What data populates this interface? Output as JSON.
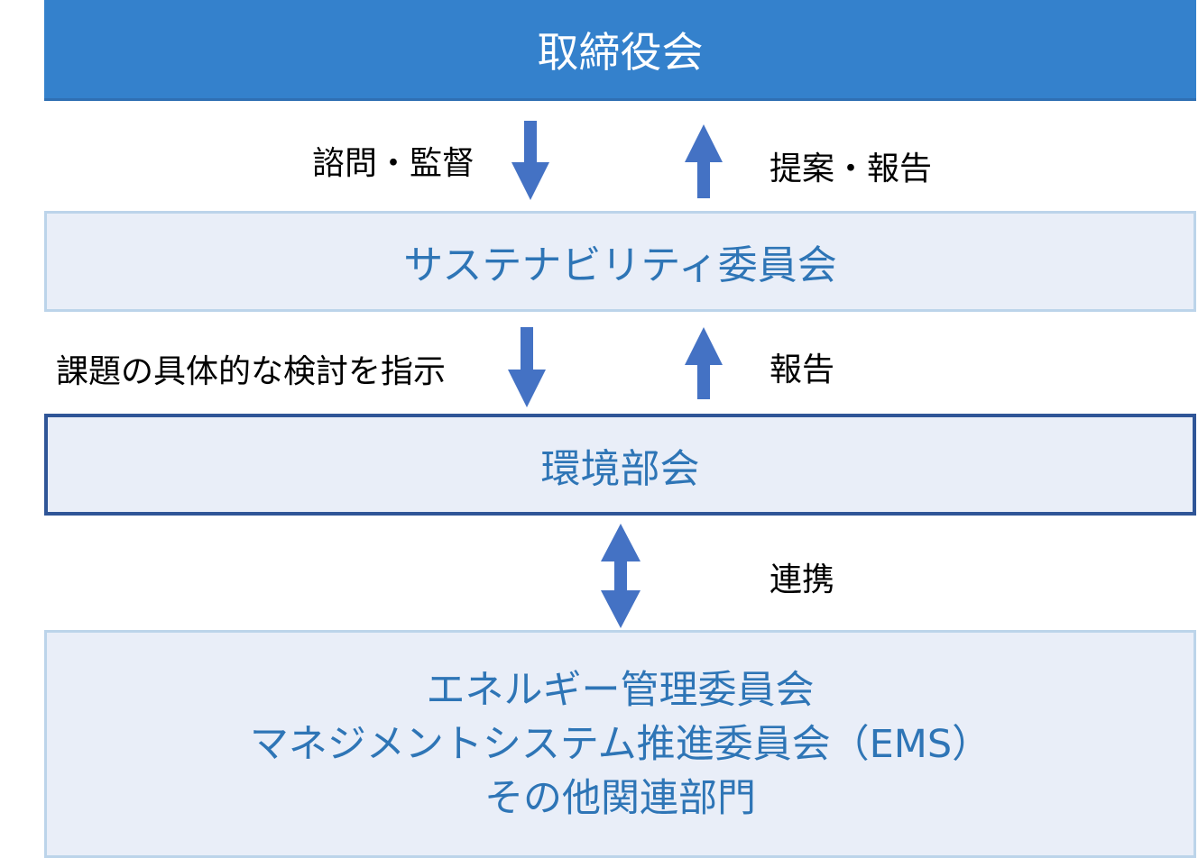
{
  "board": {
    "title": "取締役会"
  },
  "sustainability_committee": {
    "title": "サステナビリティ委員会"
  },
  "environment_subcommittee": {
    "title": "環境部会"
  },
  "related_bodies": {
    "lines": [
      "エネルギー管理委員会",
      "マネジメントシステム推進委員会（EMS）",
      "その他関連部門"
    ]
  },
  "flows": {
    "board_to_sustainability": "諮問・監督",
    "sustainability_to_board": "提案・報告",
    "sustainability_to_environment": "課題の具体的な検討を指示",
    "environment_to_sustainability": "報告",
    "environment_with_related": "連携"
  },
  "colors": {
    "board_fill": "#3481cc",
    "box_fill": "#e9eef8",
    "box_border_light": "#bcd4ea",
    "box_border_dark": "#2f5597",
    "text_blue": "#2e75b6",
    "arrow": "#4472c4"
  }
}
